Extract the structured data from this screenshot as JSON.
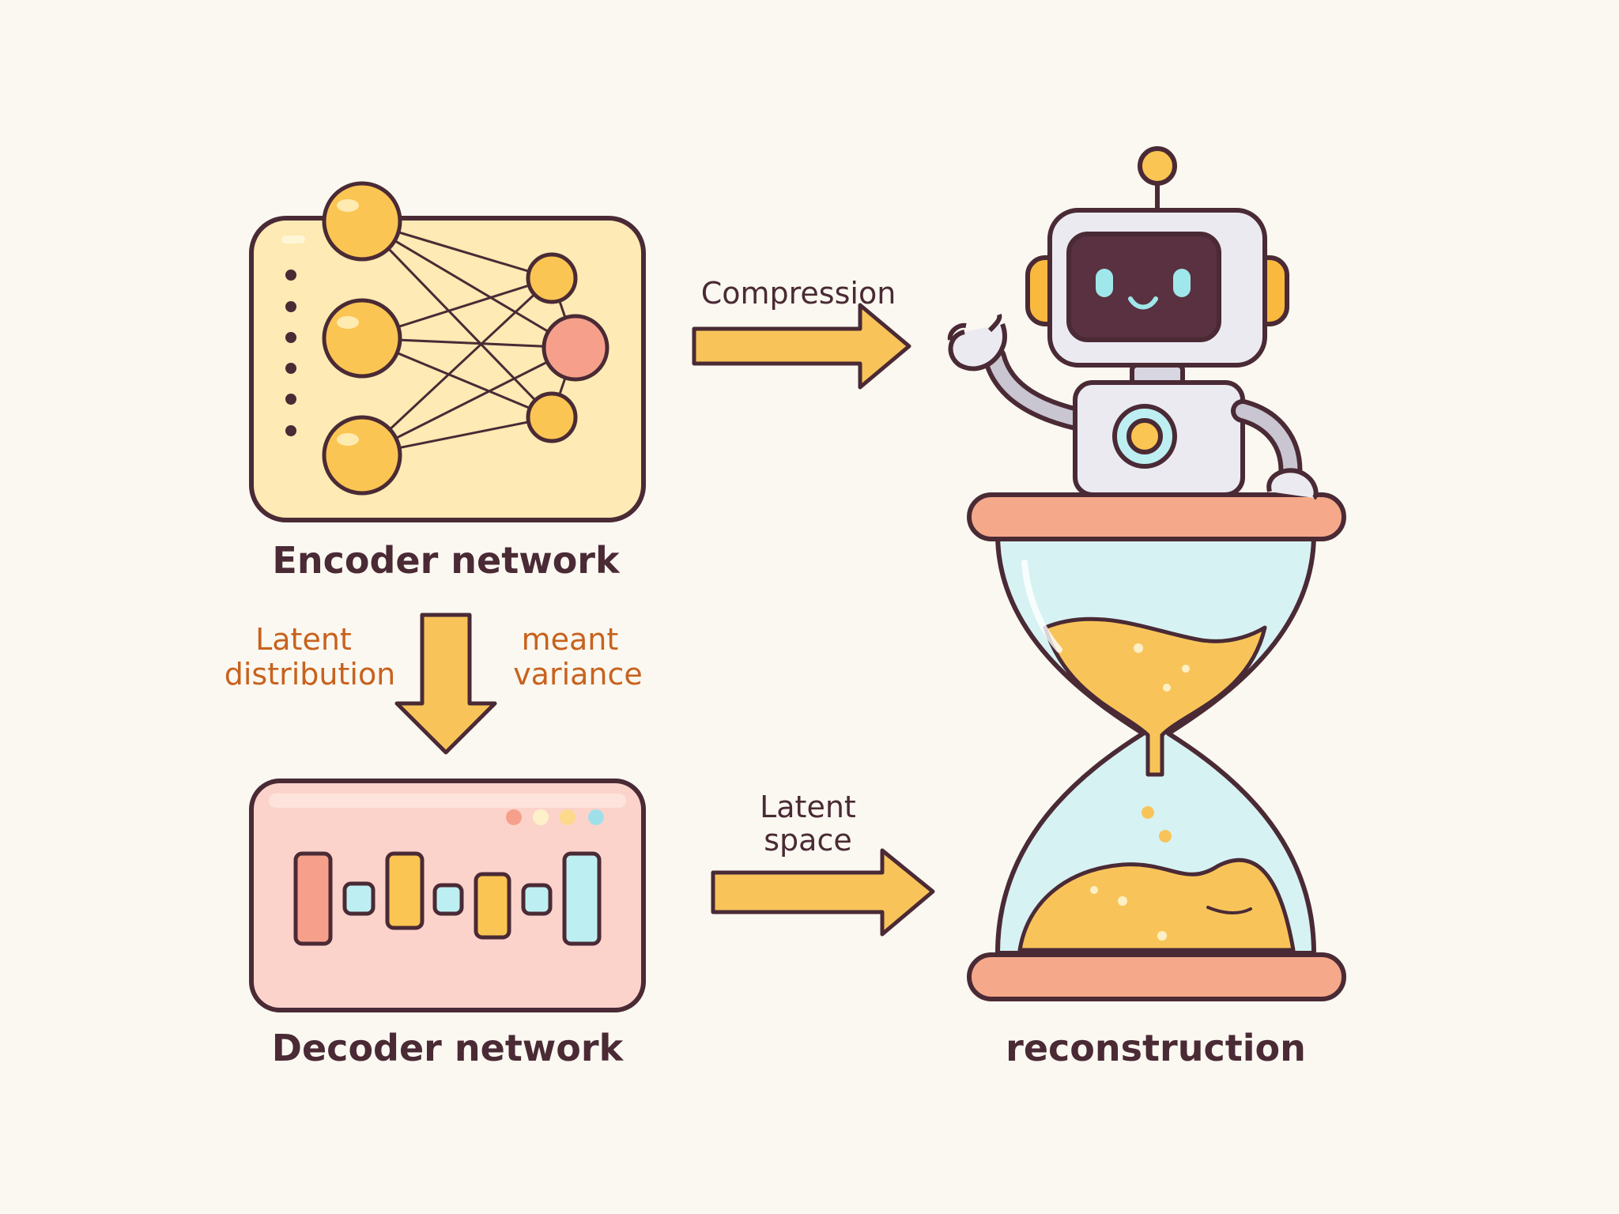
{
  "labels": {
    "encoder": "Encoder network",
    "decoder": "Decoder network",
    "reconstruction": "reconstruction",
    "compression": "Compression",
    "latent_distribution": [
      "Latent",
      "distribution"
    ],
    "mean_variance": [
      "meant",
      "variance"
    ],
    "latent_space": [
      "Latent",
      "space"
    ]
  },
  "colors": {
    "background": "#faf8f1",
    "outline": "#4a2a35",
    "encoder_fill": "#fdeab4",
    "decoder_fill": "#fcd3cb",
    "node_yellow": "#fbc553",
    "node_salmon": "#f6a08c",
    "arrow_fill": "#f8c45a",
    "annotation_text": "#c8621e",
    "label_text": "#4a2a35",
    "glass": "#cfeef0",
    "sand": "#f8c45a",
    "hourglass_cap": "#f5a98a",
    "robot_body": "#eceaf1",
    "robot_screen": "#5a3140",
    "robot_eyes": "#9fe7ea",
    "robot_ears": "#f9b93e"
  },
  "icons": {
    "encoder": "neural-network-icon",
    "decoder": "bar-blocks-icon",
    "robot": "robot-icon",
    "hourglass": "hourglass-icon"
  }
}
